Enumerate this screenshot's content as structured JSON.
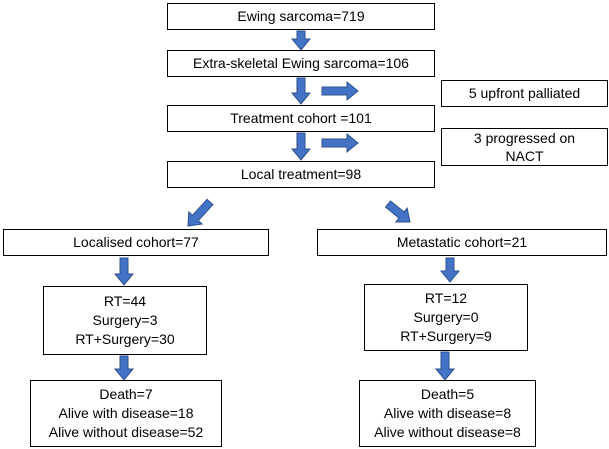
{
  "flowchart": {
    "total": "Ewing sarcoma=719",
    "extra_skeletal": "Extra-skeletal Ewing sarcoma=106",
    "upfront_palliated": "5 upfront palliated",
    "treatment_cohort": "Treatment cohort =101",
    "progressed_nact": "3 progressed on NACT",
    "local_treatment": "Local treatment=98",
    "localised": {
      "cohort": "Localised cohort=77",
      "treatment_lines": [
        "RT=44",
        "Surgery=3",
        "RT+Surgery=30"
      ],
      "outcome_lines": [
        "Death=7",
        "Alive with disease=18",
        "Alive without disease=52"
      ]
    },
    "metastatic": {
      "cohort": "Metastatic cohort=21",
      "treatment_lines": [
        "RT=12",
        "Surgery=0",
        "RT+Surgery=9"
      ],
      "outcome_lines": [
        "Death=5",
        "Alive with disease=8",
        "Alive without disease=8"
      ]
    }
  },
  "colors": {
    "arrow_fill": "#4472c4",
    "arrow_stroke": "#2f528f",
    "box_border": "#000000"
  }
}
